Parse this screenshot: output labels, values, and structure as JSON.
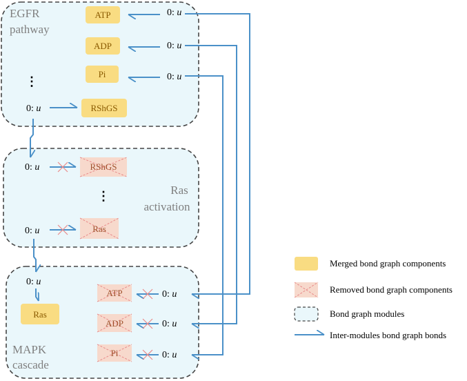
{
  "modules": {
    "egfr": {
      "line1": "EGFR",
      "line2": "pathway"
    },
    "ras": {
      "line1": "Ras",
      "line2": "activation"
    },
    "mapk": {
      "line1": "MAPK",
      "line2": "cascade"
    }
  },
  "components": {
    "egfr_atp": "ATP",
    "egfr_adp": "ADP",
    "egfr_pi": "Pi",
    "egfr_rshgs": "RShGS",
    "ras_rshgs": "RShGS",
    "ras_ras": "Ras",
    "mapk_ras": "Ras",
    "mapk_atp": "ATP",
    "mapk_adp": "ADP",
    "mapk_pi": "Pi"
  },
  "zero_junction": {
    "prefix": "0:",
    "var": "u"
  },
  "ellipsis": "⋮",
  "legend": {
    "merged": "Merged bond graph components",
    "removed": "Removed bond graph components",
    "modules": "Bond graph modules",
    "bonds": "Inter-modules bond graph bonds"
  },
  "colors": {
    "merged_fill": "#f9dc82",
    "removed_fill": "#f7d9cc",
    "module_fill": "#eaf7fb",
    "bond": "#4a90c8",
    "cross": "#e88a8a"
  }
}
